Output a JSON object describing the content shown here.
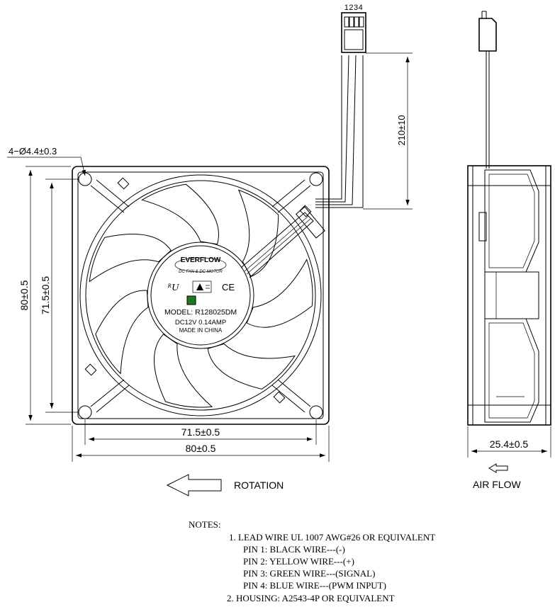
{
  "connector": {
    "pins": "1234"
  },
  "dimensions": {
    "hole": "4−Ø4.4±0.3",
    "lead_length": "210±10",
    "height_outer": "80±0.5",
    "height_hole": "71.5±0.5",
    "width_hole": "71.5±0.5",
    "width_outer": "80±0.5",
    "thickness": "25.4±0.5"
  },
  "label": {
    "brand": "EVERFLOW",
    "tagline": "DC FAN & DC MOTOR",
    "ul_mark": "ᴿU",
    "ce_mark": "CE",
    "model": "MODEL: R128025DM",
    "rating": "DC12V   0.14AMP",
    "origin": "MADE IN CHINA"
  },
  "arrows": {
    "rotation": "ROTATION",
    "airflow": "AIR  FLOW"
  },
  "notes": {
    "heading": "NOTES:",
    "lines": [
      "1. LEAD WIRE UL 1007 AWG#26 OR EQUIVALENT",
      "PIN 1: BLACK WIRE---(-)",
      "PIN 2: YELLOW WIRE---(+)",
      "PIN 3: GREEN WIRE---(SIGNAL)",
      "PIN 4: BLUE  WIRE---(PWM INPUT)",
      "2. HOUSING: A2543-4P OR EQUIVALENT"
    ]
  },
  "colors": {
    "line": "#000000",
    "background": "#ffffff",
    "hub_indicator": "#1c7a1c"
  }
}
